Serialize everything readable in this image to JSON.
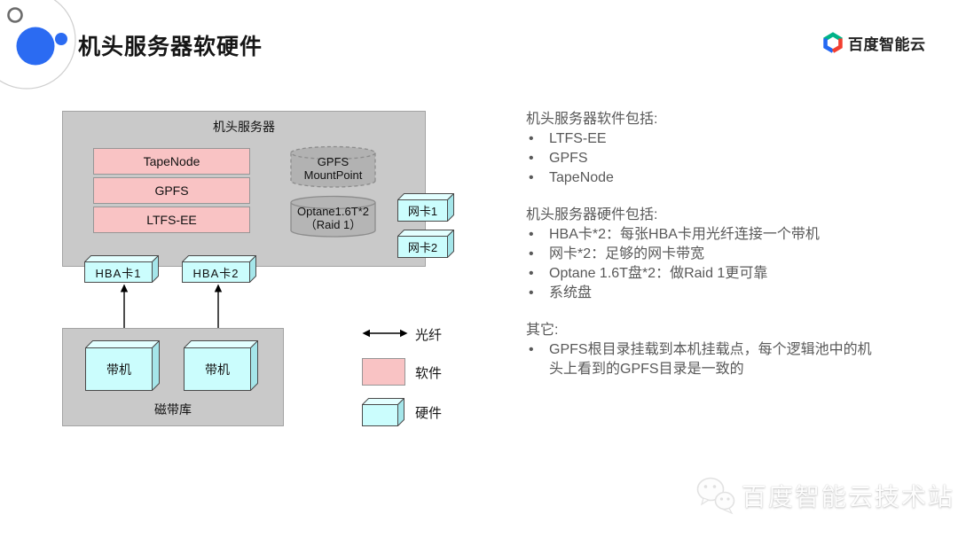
{
  "header": {
    "title": "机头服务器软硬件",
    "logo_text": "百度智能云"
  },
  "colors": {
    "accent_blue": "#2B6BF2",
    "logo_green": "#00B388",
    "logo_red": "#F23E30",
    "software_pink": "#F9C3C4",
    "hardware_cyan": "#CBFDFD",
    "panel_gray": "#C9C9C9",
    "cylinder_gray": "#B5B5B5",
    "body_text_gray": "#595959"
  },
  "diagram": {
    "server": {
      "label": "机头服务器",
      "software_layers": [
        "TapeNode",
        "GPFS",
        "LTFS-EE"
      ],
      "mountpoint": {
        "line1": "GPFS",
        "line2": "MountPoint"
      },
      "optane": {
        "line1": "Optane1.6T*2",
        "line2": "（Raid 1）"
      },
      "nics": [
        "网卡1",
        "网卡2"
      ],
      "hba_cards": [
        "HBA卡1",
        "HBA卡2"
      ]
    },
    "tape_library": {
      "label": "磁带库",
      "drives": [
        "带机",
        "带机"
      ]
    },
    "legend": {
      "fiber": "光纤",
      "software": "软件",
      "hardware": "硬件"
    }
  },
  "right_panel": {
    "bullet_glyph": "•",
    "sections": [
      {
        "heading": "机头服务器软件包括:",
        "bullets": [
          "LTFS-EE",
          "GPFS",
          "TapeNode"
        ]
      },
      {
        "heading": "机头服务器硬件包括:",
        "bullets": [
          "HBA卡*2：每张HBA卡用光纤连接一个带机",
          "网卡*2：足够的网卡带宽",
          "Optane 1.6T盘*2：做Raid 1更可靠",
          "系统盘"
        ]
      },
      {
        "heading": "其它:",
        "bullets": [
          "GPFS根目录挂载到本机挂载点，每个逻辑池中的机头上看到的GPFS目录是一致的"
        ]
      }
    ]
  },
  "watermark": {
    "text": "百度智能云技术站"
  }
}
